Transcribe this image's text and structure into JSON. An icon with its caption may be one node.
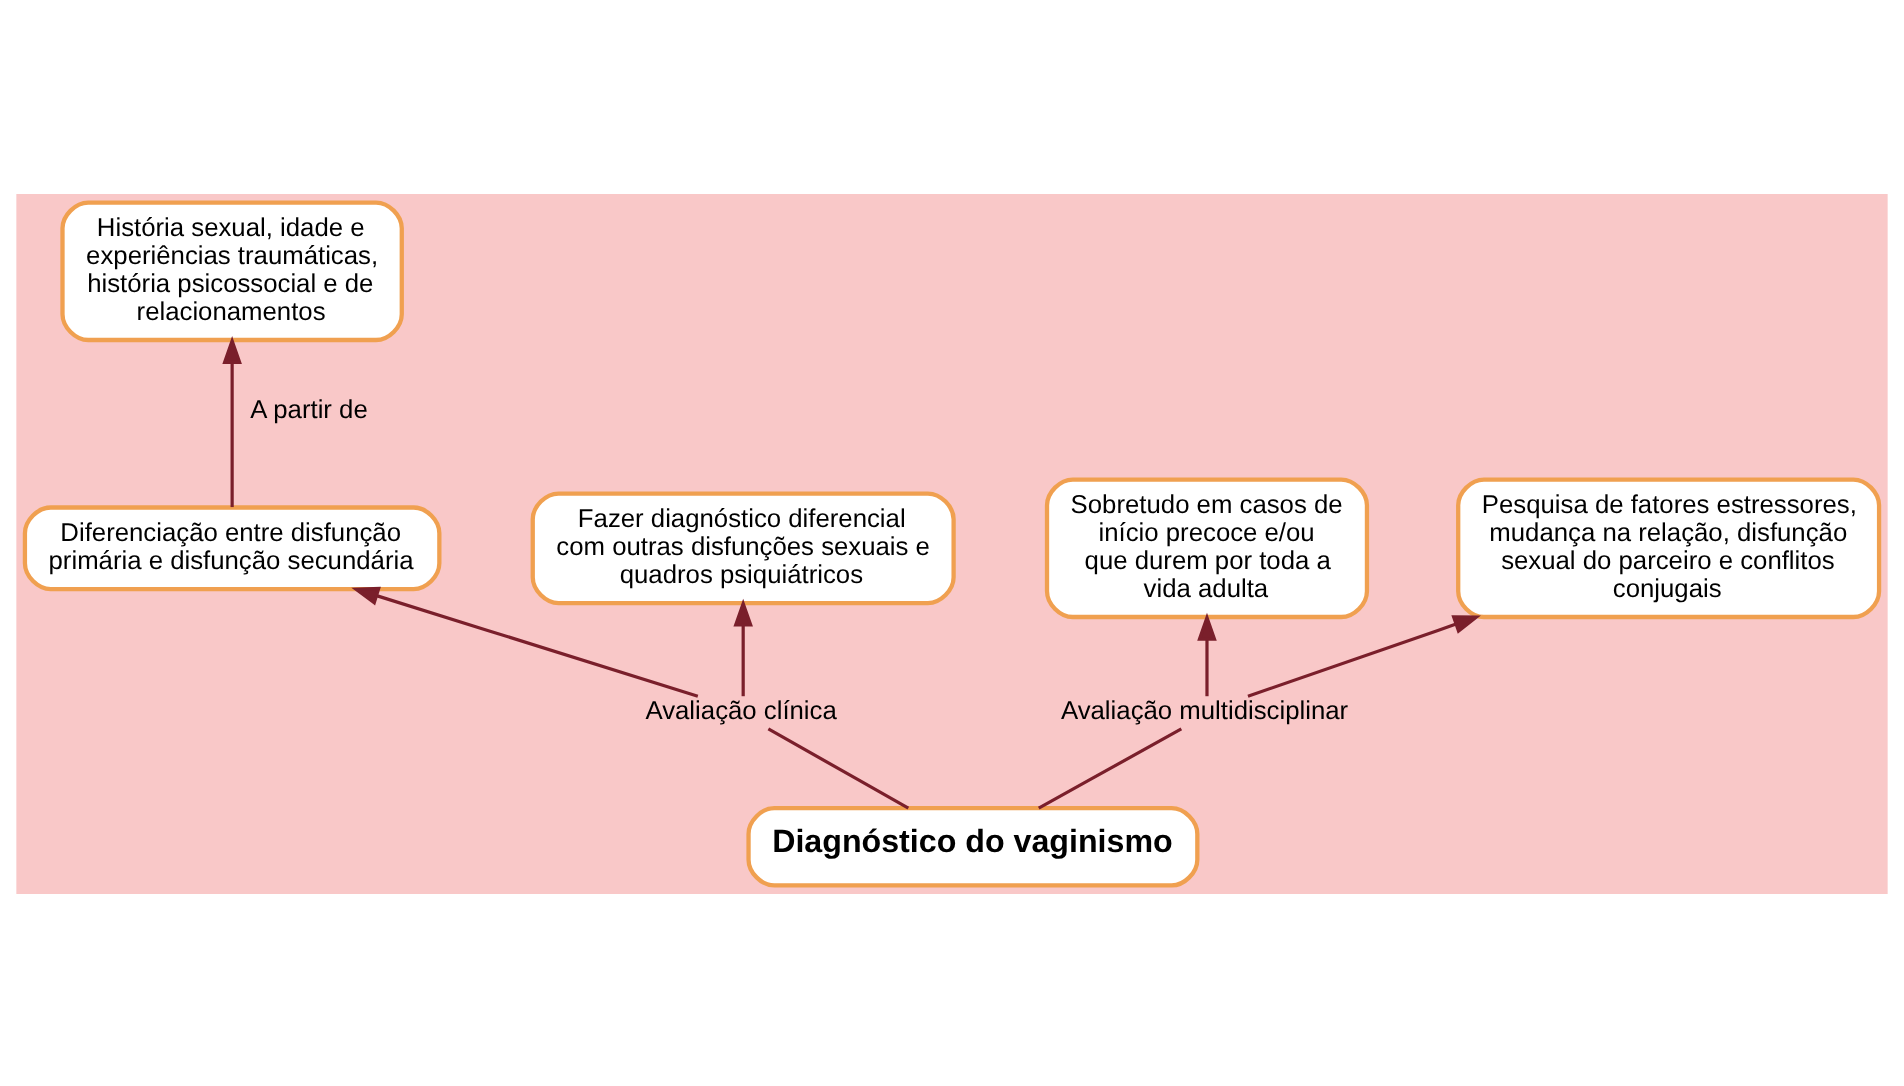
{
  "diagram": {
    "nodes": [
      {
        "text": [
          "História sexual, idade e experiências traumáticas, história psicossocial e de relacionamentos"
        ]
      },
      {
        "text": [
          "Diferenciação entre disfunção primária e disfunção secundária"
        ]
      },
      {
        "text": [
          "Sobretudo em casos de início precoce e/ou que durem por toda a vida adulta"
        ]
      },
      {
        "text": [
          "Fazer diagnóstico diferencial com outras disfunções sexuais e quadros psiquiátricos"
        ]
      },
      {
        "text": [
          "Avaliação clínica"
        ]
      },
      {
        "text": [
          "Diagnóstico do vaginismo"
        ]
      },
      {
        "text": [
          "Avaliação multidisciplinar"
        ]
      },
      {
        "text": [
          "Pesquisa de fatores estressores, mudança na relação, disfunção sexual do parceiro e conflitos conjugais"
        ]
      }
    ],
    "edges": [
      {
        "from": 1,
        "to": 0,
        "arrow": "to",
        "label": "A partir de"
      },
      {
        "from": 5,
        "to": 4,
        "arrow": "none"
      },
      {
        "from": 4,
        "to": 1,
        "arrow": "to"
      },
      {
        "from": 4,
        "to": 3,
        "arrow": "to"
      },
      {
        "from": 5,
        "to": 6,
        "arrow": "none"
      },
      {
        "from": 6,
        "to": 2,
        "arrow": "to"
      },
      {
        "from": 6,
        "to": 7,
        "arrow": "to"
      }
    ]
  }
}
